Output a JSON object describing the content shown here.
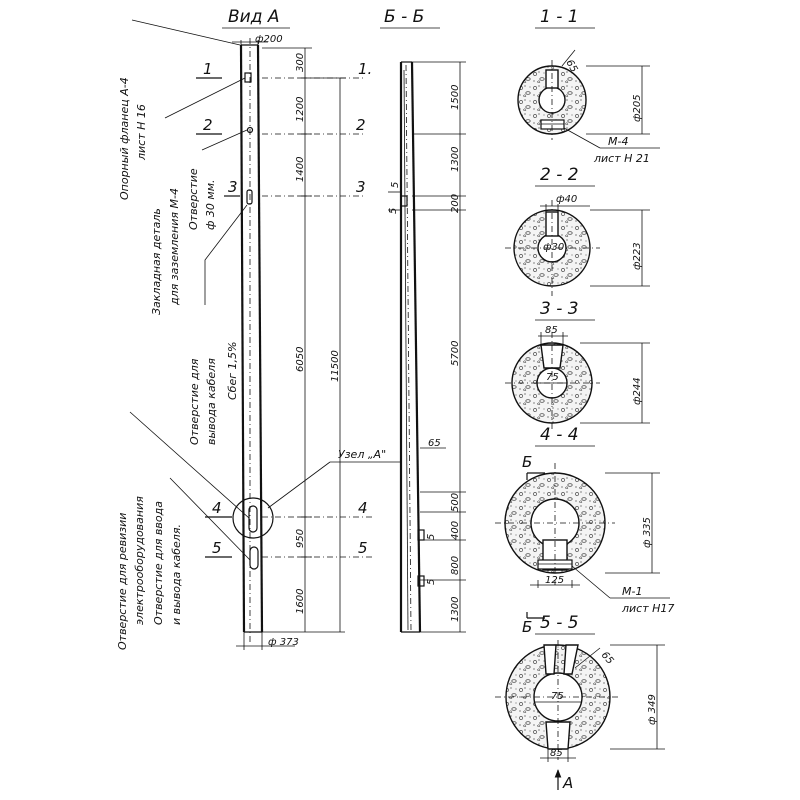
{
  "views": {
    "view_a": "Вид А",
    "section_bb": "Б - Б",
    "section_11": "1 - 1",
    "section_22": "2 - 2",
    "section_33": "3 - 3",
    "section_44": "4 - 4",
    "section_55": "5 - 5",
    "section_letter_b": "Б",
    "arrow_a": "А"
  },
  "callouts": {
    "flange": "Опорный фланец А-4",
    "flange_sheet": "лист Н 16",
    "embedded_part": "Закладная деталь",
    "embedded_part_2": "для заземления М-4",
    "hole_label": "Отверстие",
    "hole_30": "ф 30 мм.",
    "cable_hole": "Отверстие для",
    "cable_hole_2": "вывода кабеля",
    "slope": "Сбег 1,5%",
    "inspection_hole": "Отверстие для ревизии",
    "inspection_hole_2": "электрооборудования",
    "entry_hole": "Отверстие для ввода",
    "entry_hole_2": "и вывода кабеля.",
    "node_a": "Узел „А\"",
    "m4": "М-4",
    "m4_sheet": "лист Н 21",
    "m1": "М-1",
    "m1_sheet": "лист Н17"
  },
  "markers": {
    "m1": "1",
    "m2": "2",
    "m3": "3",
    "m4": "4",
    "m5": "5",
    "m1dot": "1."
  },
  "dims": {
    "d200": "ф200",
    "d373": "ф 373",
    "d300": "300",
    "d1200": "1200",
    "d1400": "1400",
    "d6050": "6050",
    "d11500": "11500",
    "d950": "950",
    "d1600": "1600",
    "d1500": "1500",
    "d1300a": "1300",
    "d200b": "200",
    "d5700": "5700",
    "d65": "65",
    "d500": "500",
    "d400": "400",
    "d800": "800",
    "d1300b": "1300",
    "d5a": "5",
    "d5b": "5",
    "d5c": "5",
    "d5d": "5",
    "s1_65": "65",
    "s1_205": "ф205",
    "s2_40": "ф40",
    "s2_30": "ф30",
    "s2_223": "ф223",
    "s3_85": "85",
    "s3_75": "75",
    "s3_244": "ф244",
    "s4_335": "ф 335",
    "s4_125": "125",
    "s5_65": "65",
    "s5_75": "75",
    "s5_349": "ф 349",
    "s5_85": "85"
  }
}
